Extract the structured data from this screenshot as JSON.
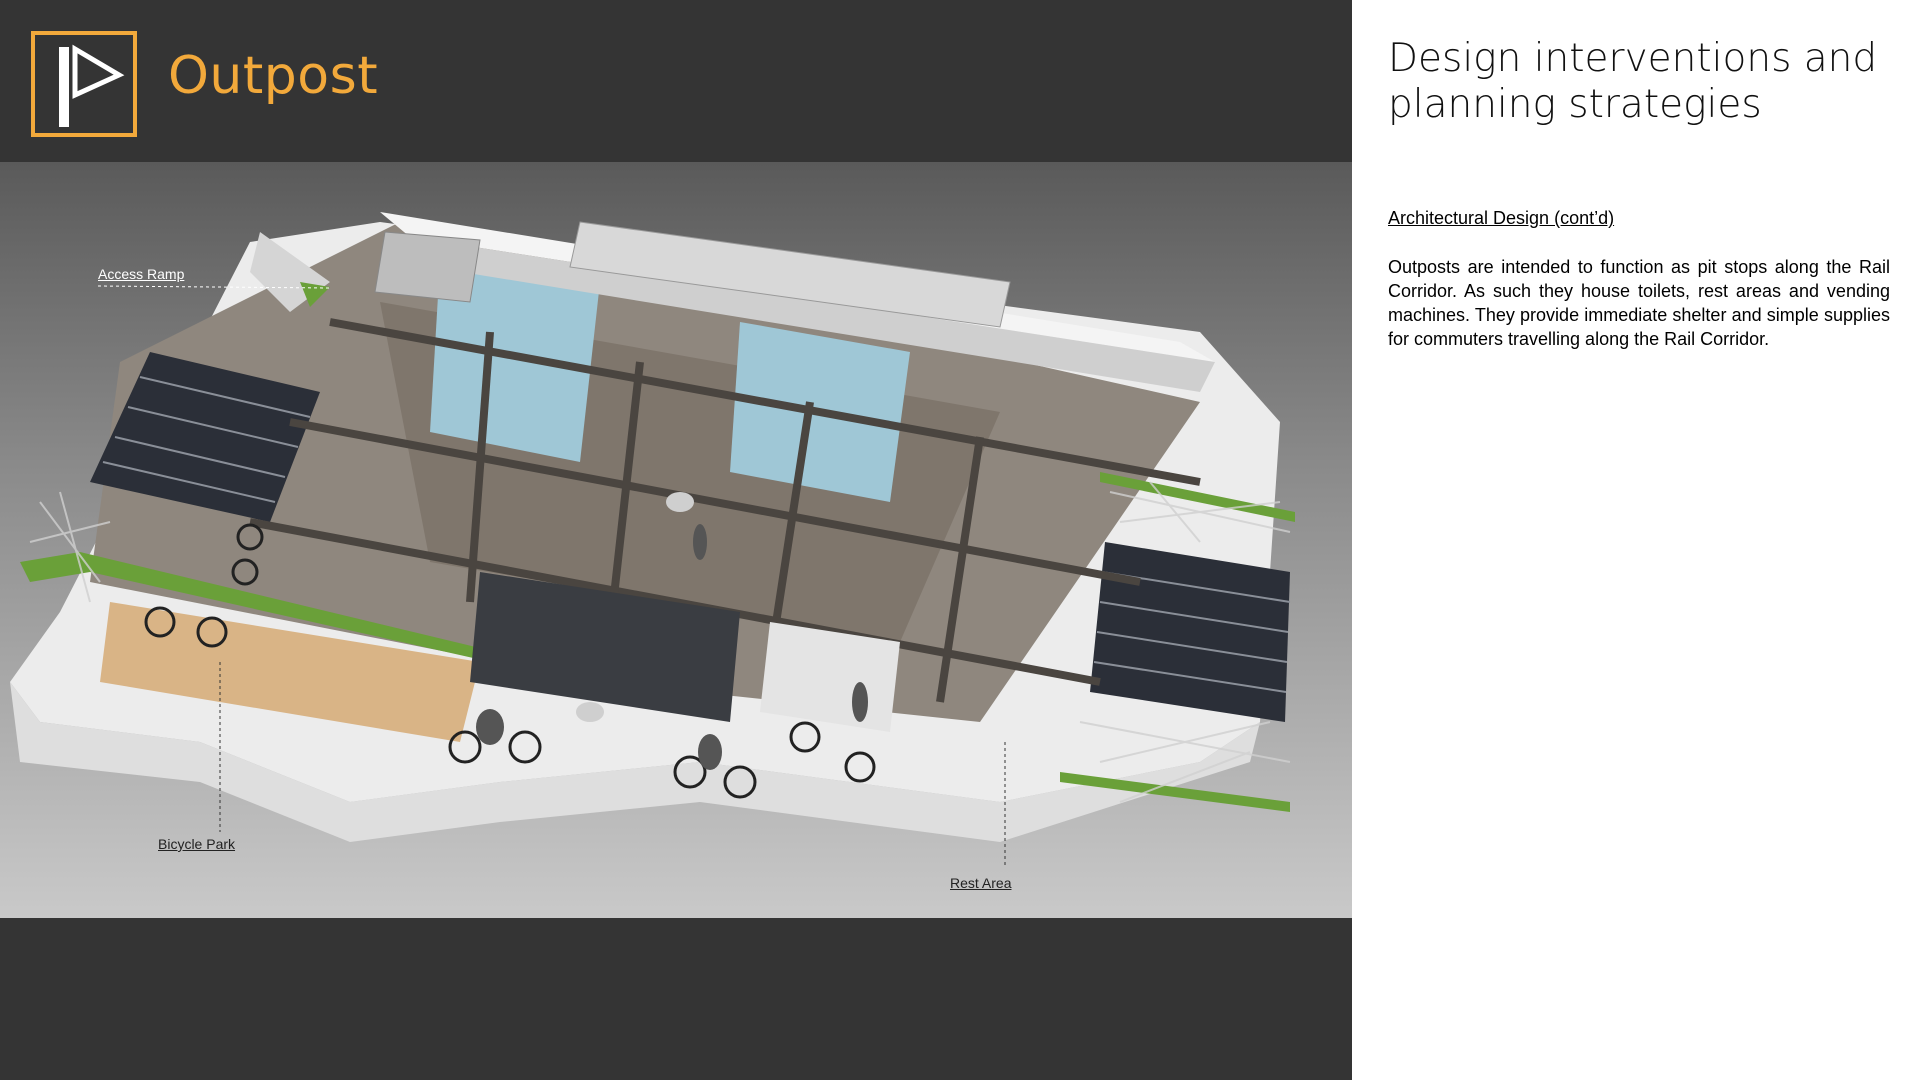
{
  "brand": {
    "title": "Outpost",
    "accent_color": "#f2a93b",
    "logo_icon": "flag-icon"
  },
  "render": {
    "callouts": {
      "access_ramp": "Access Ramp",
      "bicycle_park": "Bicycle Park",
      "rest_area": "Rest Area"
    }
  },
  "content": {
    "heading": "Design interventions and planning strategies",
    "subheading": "Architectural Design (cont’d)",
    "body": "Outposts are intended to function as pit stops along the Rail Corridor.  As such they house toilets, rest areas and vending machines. They provide immediate shelter and simple supplies for commuters travelling along the Rail Corridor."
  },
  "colors": {
    "dark_background": "#343434",
    "green_trim": "#6aa039",
    "panel_blue": "#9fc7d6"
  }
}
